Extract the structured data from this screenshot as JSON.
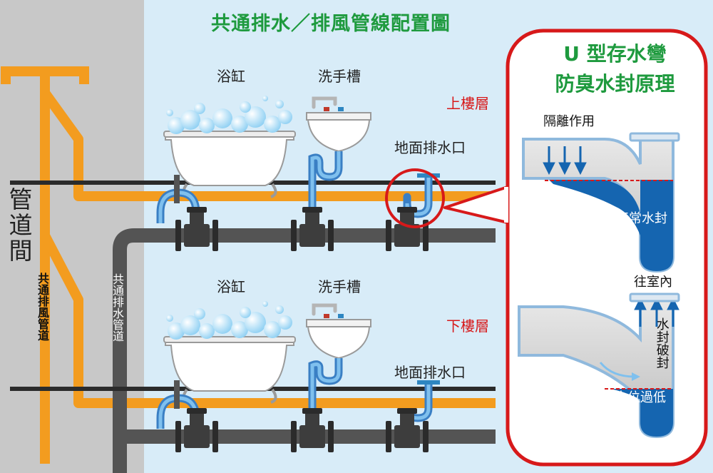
{
  "title": "共通排水／排風管線配置圖",
  "upper_floor": {
    "label": "上樓層",
    "bathtub": "浴缸",
    "sink": "洗手槽",
    "floor_drain": "地面排水口"
  },
  "lower_floor": {
    "label": "下樓層",
    "bathtub": "浴缸",
    "sink": "洗手槽",
    "floor_drain": "地面排水口"
  },
  "pipe_shaft": "管道間",
  "common_vent_pipe": "共通排風管道",
  "common_drain_pipe": "共通排水管道",
  "callout": {
    "title_line1": "U 型存水彎",
    "title_line2": "防臭水封原理",
    "normal": {
      "isolation_label": "隔離作用",
      "state_label": "正常水封"
    },
    "broken": {
      "indoor_label": "往室內",
      "seal_broken_label": "水封破封",
      "low_water_label": "水位過低"
    }
  },
  "colors": {
    "vent_pipe": "#f39c1f",
    "drain_pipe": "#545454",
    "shaft_bg": "#c8c8c8",
    "indoor_bg": "#d8ecf8",
    "callout_border": "#d7191a",
    "water": "#1565b0",
    "title": "#1e9a3e"
  }
}
